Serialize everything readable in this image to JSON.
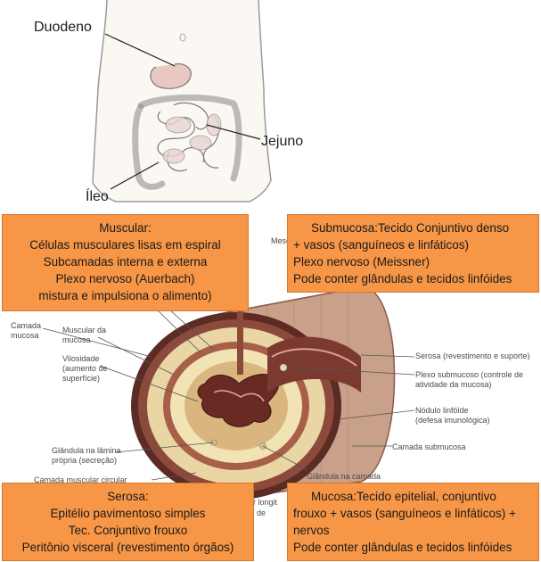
{
  "top_labels": {
    "duodeno": "Duodeno",
    "jejuno": "Jejuno",
    "ileo": "Íleo"
  },
  "boxes": {
    "muscular": {
      "title": "Muscular:",
      "lines": [
        "Células musculares lisas em espiral",
        "Subcamadas interna e externa",
        "Plexo nervoso (Auerbach)",
        "mistura e impulsiona o alimento)"
      ]
    },
    "submucosa": {
      "lines": [
        "Submucosa:Tecido Conjuntivo denso",
        "+ vasos (sanguíneos e linfáticos)",
        "Plexo nervoso (Meissner)",
        "Pode conter glândulas e tecidos linfóides"
      ]
    },
    "serosa": {
      "title": "Serosa:",
      "lines": [
        "Epitélio pavimentoso simples",
        "Tec. Conjuntivo frouxo",
        "Peritônio visceral (revestimento órgãos)"
      ]
    },
    "mucosa": {
      "lines": [
        "Mucosa:Tecido epitelial, conjuntivo",
        "frouxo + vasos (sanguíneos e linfáticos) +",
        "nervos",
        "Pode conter glândulas e tecidos linfóides"
      ]
    }
  },
  "diagram_labels": {
    "camada_mucosa": [
      "Camada",
      "mucosa"
    ],
    "muscular_da_mucosa": [
      "Muscular da",
      "mucosa"
    ],
    "vilosidade": [
      "Vilosidade",
      "(aumento de",
      "superfície)"
    ],
    "glandula_lamina": [
      "Glândula na lâmina",
      "própria (secreção)"
    ],
    "camada_muscular_circular": "Camada muscular circular",
    "serosa_label": "Serosa (revestimento e suporte)",
    "plexo_submucoso": [
      "Plexo submucoso (controle de",
      "atividade da mucosa)"
    ],
    "nodulo": [
      "Nódulo linfóide",
      "(defesa imunológica)"
    ],
    "camada_submucosa": "Camada submucosa",
    "glandula_camada": "Glândula na camada",
    "mese": "Mese",
    "longit": "r longit",
    "de_frag": "de"
  }
}
